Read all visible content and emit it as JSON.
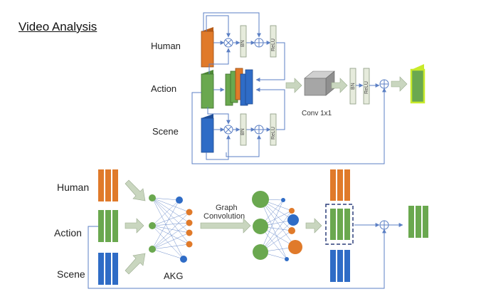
{
  "title": "Video Analysis",
  "top": {
    "labels": {
      "human": "Human",
      "action": "Action",
      "scene": "Scene",
      "conv": "Conv 1x1",
      "bn": "BN",
      "relu": "ReLU"
    }
  },
  "bottom": {
    "labels": {
      "human": "Human",
      "action": "Action",
      "scene": "Scene",
      "graph_line1": "Graph",
      "graph_line2": "Convolution",
      "akg": "AKG"
    }
  },
  "colors": {
    "human": "#e07a2a",
    "action": "#6aa84f",
    "scene": "#2f6cc6",
    "flow": "#5b7fc4",
    "arrow_fill": "#c9d6bf",
    "highlight": "#c8ea2a",
    "box_fill": "#e6ebdc",
    "cube": "#a6a6a6"
  }
}
